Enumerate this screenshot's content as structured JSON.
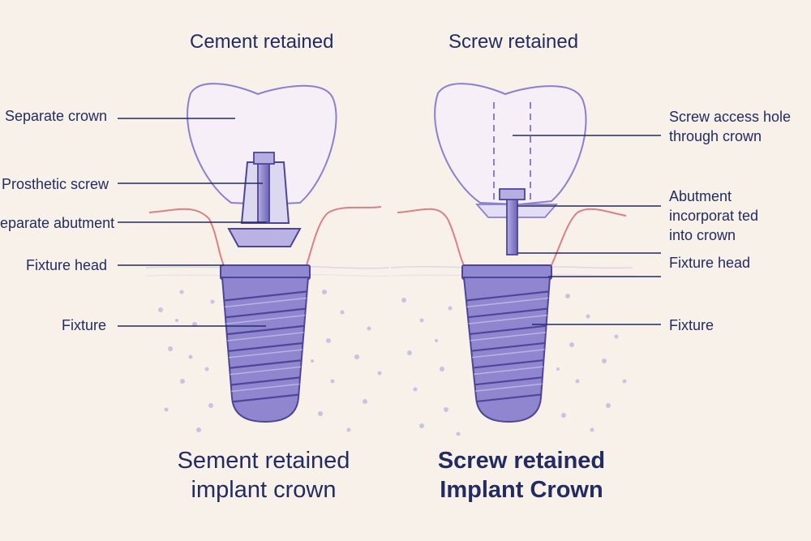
{
  "left_panel": {
    "heading": "Cement retained",
    "labels": {
      "separate_crown": "Separate crown",
      "prosthetic_screw": "Prosthetic screw",
      "separate_abutment": "eparate abutment",
      "fixture_head": "Fixture head",
      "fixture": "Fixture"
    },
    "caption_line1": "Sement retained",
    "caption_line2": "implant crown"
  },
  "right_panel": {
    "heading": "Screw retained",
    "labels": {
      "screw_access_hole": "Screw access hole\nthrough crown",
      "abutment_in_crown": "Abutment\nincorporat ted\ninto crown",
      "fixture_head": "Fixture head",
      "fixture": "Fixture"
    },
    "caption_line1": "Screw retained",
    "caption_line2": "Implant Crown"
  },
  "colors": {
    "background": "#f8f1e9",
    "text": "#232b63",
    "implant_fill": "#8f86cf",
    "implant_stroke": "#4e4598",
    "crown_outline": "#8b7fd0",
    "gum_line": "#dc7f86",
    "bone_dots": "#c9c2e3"
  }
}
